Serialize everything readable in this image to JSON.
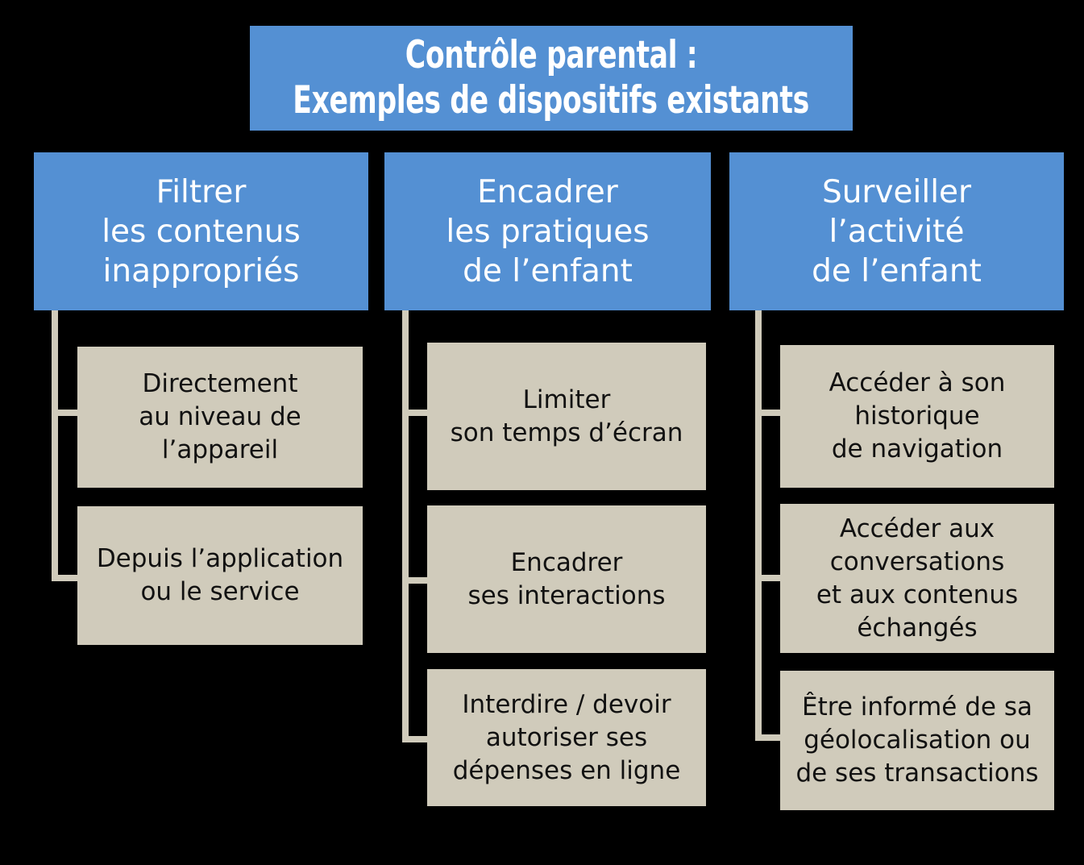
{
  "meta": {
    "background_color": "#000000",
    "accent_blue": "#5490d3",
    "box_beige": "#d0cbbb",
    "title_text_color": "#ffffff",
    "leaf_text_color": "#111111"
  },
  "title": {
    "lines": [
      "Contrôle parental :",
      "Exemples de dispositifs existants"
    ]
  },
  "columns": [
    {
      "id": "filtrer",
      "header_lines": [
        "Filtrer",
        "les contenus",
        "inappropriés"
      ],
      "items": [
        {
          "lines": [
            "Directement",
            "au niveau de",
            "l’appareil"
          ]
        },
        {
          "lines": [
            "Depuis l’application",
            "ou le service"
          ]
        }
      ]
    },
    {
      "id": "encadrer",
      "header_lines": [
        "Encadrer",
        "les pratiques",
        "de l’enfant"
      ],
      "items": [
        {
          "lines": [
            "Limiter",
            "son temps d’écran"
          ]
        },
        {
          "lines": [
            "Encadrer",
            "ses interactions"
          ]
        },
        {
          "lines": [
            "Interdire / devoir",
            "autoriser ses",
            "dépenses en ligne"
          ]
        }
      ]
    },
    {
      "id": "surveiller",
      "header_lines": [
        "Surveiller",
        "l’activité",
        "de l’enfant"
      ],
      "items": [
        {
          "lines": [
            "Accéder à son",
            "historique",
            "de navigation"
          ]
        },
        {
          "lines": [
            "Accéder aux",
            "conversations",
            "et aux contenus",
            "échangés"
          ]
        },
        {
          "lines": [
            "Être informé de sa",
            "géolocalisation ou",
            "de ses transactions"
          ]
        }
      ]
    }
  ]
}
